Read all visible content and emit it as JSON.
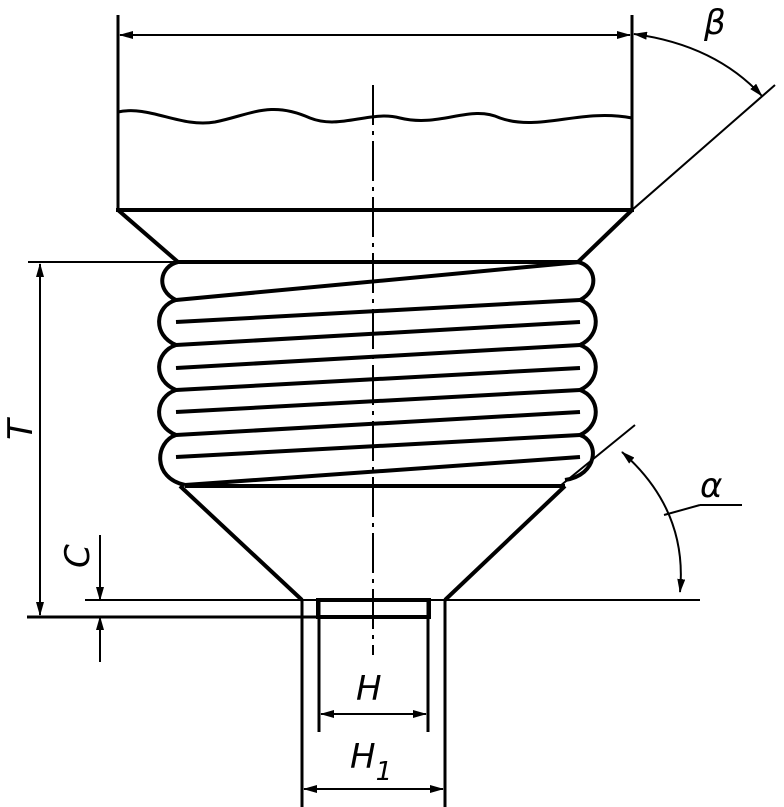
{
  "drawing": {
    "labels": {
      "beta": "β",
      "alpha": "α",
      "T": "T",
      "C": "C",
      "H": "H",
      "H1_main": "H",
      "H1_sub": "1"
    },
    "colors": {
      "line": "#000000",
      "background": "#ffffff"
    }
  }
}
